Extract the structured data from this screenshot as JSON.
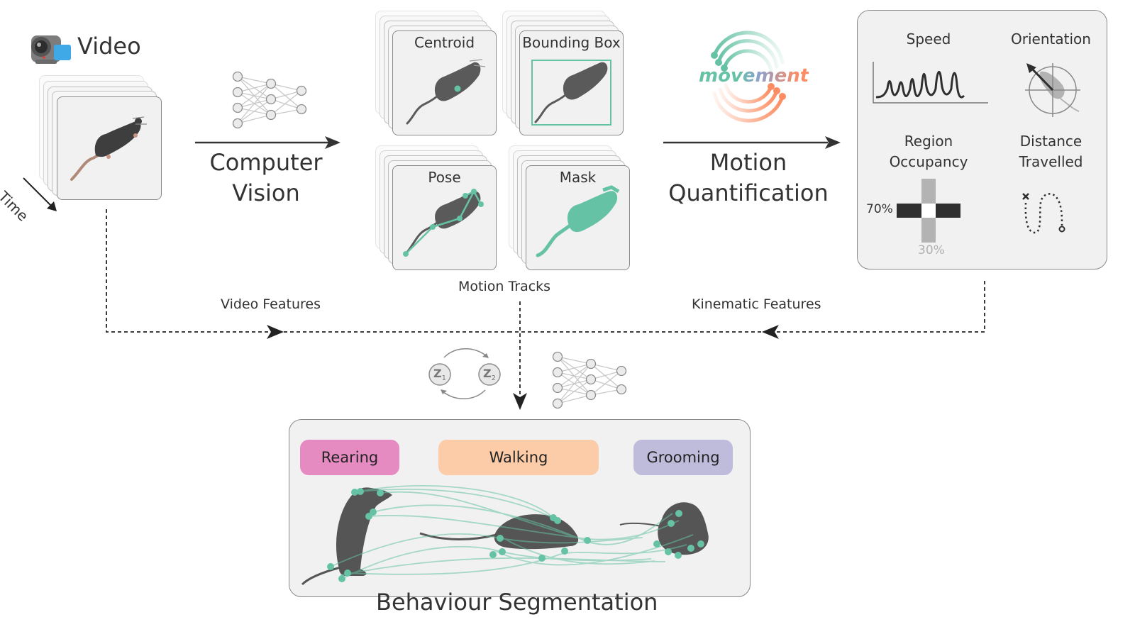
{
  "video": {
    "title": "Video",
    "time_label": "Time",
    "icon": "video-camera-icon"
  },
  "computer_vision": {
    "label_line1": "Computer",
    "label_line2": "Vision",
    "icon": "neural-network-icon"
  },
  "motion_tracks": {
    "caption": "Motion Tracks",
    "cards": [
      {
        "label": "Centroid"
      },
      {
        "label": "Bounding Box"
      },
      {
        "label": "Pose"
      },
      {
        "label": "Mask"
      }
    ]
  },
  "motion_quantification": {
    "logo_text": "movement",
    "label_line1": "Motion",
    "label_line2": "Quantification"
  },
  "kinematics": {
    "speed": "Speed",
    "orientation": "Orientation",
    "region_line1": "Region",
    "region_line2": "Occupancy",
    "distance_line1": "Distance",
    "distance_line2": "Travelled",
    "occupancy_high": "70%",
    "occupancy_low": "30%"
  },
  "flows": {
    "video_features": "Video Features",
    "kinematic_features": "Kinematic Features"
  },
  "models": {
    "hmm_state1": "Z",
    "hmm_state1_sub": "1",
    "hmm_state2": "Z",
    "hmm_state2_sub": "2"
  },
  "segmentation": {
    "title": "Behaviour Segmentation",
    "behaviours": [
      {
        "label": "Rearing",
        "color": "#e68bc2"
      },
      {
        "label": "Walking",
        "color": "#fccca8"
      },
      {
        "label": "Grooming",
        "color": "#bebbdb"
      }
    ]
  },
  "colors": {
    "accent_teal": "#66c2a5",
    "logo_orange": "#fc8d62",
    "logo_purple": "#8da0cb",
    "mouse_gray": "#5a5a5a"
  }
}
